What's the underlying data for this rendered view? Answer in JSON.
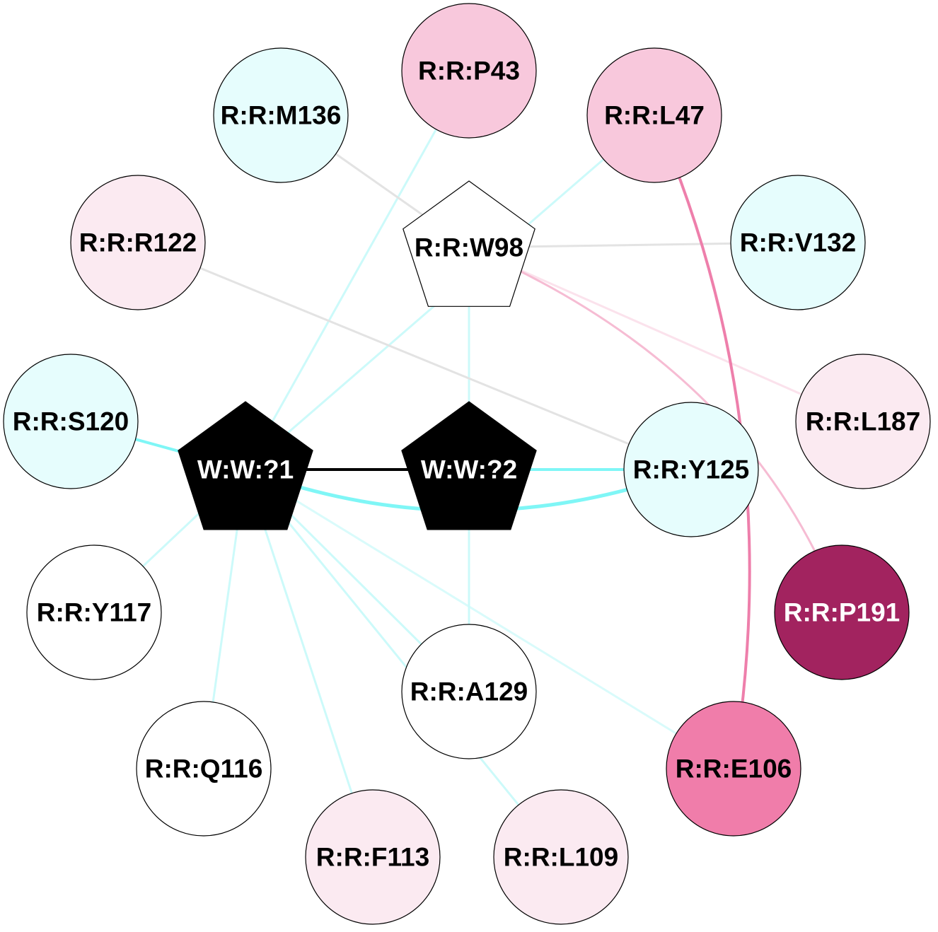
{
  "nodes": [
    {
      "id": "P43",
      "label": "R:R:P43",
      "shape": "circle",
      "fill": "#f8c8dc",
      "text_color": "#000000"
    },
    {
      "id": "M136",
      "label": "R:R:M136",
      "shape": "circle",
      "fill": "#e6fdfd",
      "text_color": "#000000"
    },
    {
      "id": "L47",
      "label": "R:R:L47",
      "shape": "circle",
      "fill": "#f8c8dc",
      "text_color": "#000000"
    },
    {
      "id": "R122",
      "label": "R:R:R122",
      "shape": "circle",
      "fill": "#fbeaf1",
      "text_color": "#000000"
    },
    {
      "id": "W98",
      "label": "R:R:W98",
      "shape": "pentagon",
      "fill": "#ffffff",
      "text_color": "#000000"
    },
    {
      "id": "V132",
      "label": "R:R:V132",
      "shape": "circle",
      "fill": "#e6fdfd",
      "text_color": "#000000"
    },
    {
      "id": "S120",
      "label": "R:R:S120",
      "shape": "circle",
      "fill": "#e6fdfd",
      "text_color": "#000000"
    },
    {
      "id": "L187",
      "label": "R:R:L187",
      "shape": "circle",
      "fill": "#fbeaf1",
      "text_color": "#000000"
    },
    {
      "id": "W1",
      "label": "W:W:?1",
      "shape": "pentagon",
      "fill": "#000000",
      "text_color": "#ffffff"
    },
    {
      "id": "W2",
      "label": "W:W:?2",
      "shape": "pentagon",
      "fill": "#000000",
      "text_color": "#ffffff"
    },
    {
      "id": "Y125",
      "label": "R:R:Y125",
      "shape": "circle",
      "fill": "#e6fdfd",
      "text_color": "#000000"
    },
    {
      "id": "Y117",
      "label": "R:R:Y117",
      "shape": "circle",
      "fill": "#ffffff",
      "text_color": "#000000"
    },
    {
      "id": "P191",
      "label": "R:R:P191",
      "shape": "circle",
      "fill": "#a2235f",
      "text_color": "#ffffff"
    },
    {
      "id": "A129",
      "label": "R:R:A129",
      "shape": "circle",
      "fill": "#ffffff",
      "text_color": "#000000"
    },
    {
      "id": "Q116",
      "label": "R:R:Q116",
      "shape": "circle",
      "fill": "#ffffff",
      "text_color": "#000000"
    },
    {
      "id": "E106",
      "label": "R:R:E106",
      "shape": "circle",
      "fill": "#f07daa",
      "text_color": "#000000"
    },
    {
      "id": "F113",
      "label": "R:R:F113",
      "shape": "circle",
      "fill": "#fbeaf1",
      "text_color": "#000000"
    },
    {
      "id": "L109",
      "label": "R:R:L109",
      "shape": "circle",
      "fill": "#fbeaf1",
      "text_color": "#000000"
    }
  ],
  "edges": [
    {
      "from": "W1",
      "to": "W2",
      "color": "#000000"
    },
    {
      "from": "W1",
      "to": "S120",
      "color": "#7ff6f6"
    },
    {
      "from": "W2",
      "to": "Y125",
      "color": "#7ff6f6"
    },
    {
      "from": "W1",
      "to": "Y125",
      "color": "#7ff6f6",
      "curved": true
    },
    {
      "from": "W1",
      "to": "P43",
      "color": "#ccfafa"
    },
    {
      "from": "W1",
      "to": "L47",
      "color": "#ccfafa"
    },
    {
      "from": "W1",
      "to": "Y117",
      "color": "#ccfafa"
    },
    {
      "from": "W1",
      "to": "Q116",
      "color": "#ccfafa"
    },
    {
      "from": "W1",
      "to": "F113",
      "color": "#ccfafa"
    },
    {
      "from": "W1",
      "to": "L109",
      "color": "#ccfafa"
    },
    {
      "from": "W1",
      "to": "A129",
      "color": "#ccfafa"
    },
    {
      "from": "W1",
      "to": "E106",
      "color": "#d9fbfb"
    },
    {
      "from": "W2",
      "to": "W98",
      "color": "#ccfafa"
    },
    {
      "from": "W2",
      "to": "A129",
      "color": "#ccfafa"
    },
    {
      "from": "W98",
      "to": "M136",
      "color": "#e3e3e3"
    },
    {
      "from": "W98",
      "to": "V132",
      "color": "#e3e3e3"
    },
    {
      "from": "R122",
      "to": "Y125",
      "color": "#e3e3e3"
    },
    {
      "from": "W98",
      "to": "L187",
      "color": "#fbe2ec"
    },
    {
      "from": "W98",
      "to": "P191",
      "color": "#f6bcd3",
      "curved": true
    },
    {
      "from": "L47",
      "to": "E106",
      "color": "#ee7fab",
      "curved": true
    }
  ]
}
